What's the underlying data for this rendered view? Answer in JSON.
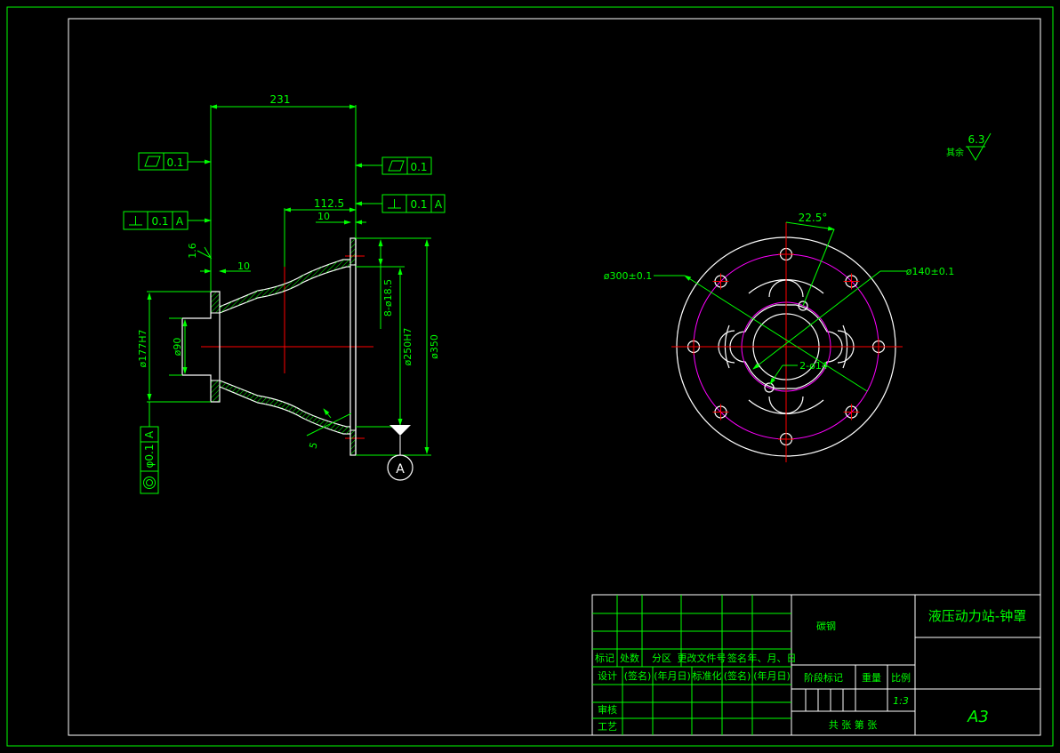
{
  "colors": {
    "background": "#000000",
    "frame": "#00ff00",
    "geometry": "#ffffff",
    "dimension": "#00ff00",
    "centerline": "#ff0000",
    "bolt_circle": "#ff00ff"
  },
  "side_view": {
    "dim_length": "231",
    "dim_112_5": "112.5",
    "dim_10_top": "10",
    "dim_10_left": "10",
    "dia_177": "ø177H7",
    "dia_90": "ø90",
    "dia_holes": "8-ø18.5",
    "dia_250": "ø250H7",
    "dia_350": "ø350",
    "wall_5": "5",
    "roughness_1_6": "1.6",
    "flatness_left_value": "0.1",
    "flatness_right_value": "0.1",
    "perp_left_value": "0.1",
    "perp_left_datum": "A",
    "perp_right_value": "0.1",
    "perp_right_datum": "A",
    "coax_value": "φ0.1",
    "coax_datum": "A",
    "datum_label": "A"
  },
  "front_view": {
    "angle": "22.5°",
    "dia_300": "ø300±0.1",
    "dia_140": "ø140±0.1",
    "dia_14": "2-ø14"
  },
  "roughness_note": {
    "prefix": "其余",
    "value": "6.3"
  },
  "title_block": {
    "material": "碳钢",
    "drawing_title": "液压动力站-钟罩",
    "row_labels": [
      "标记",
      "处数",
      "分区",
      "更改文件号",
      "签名",
      "年、月、日"
    ],
    "design": "设计",
    "design_sign": "(签名)",
    "design_date": "(年月日)",
    "standardize": "标准化",
    "std_sign": "(签名)",
    "std_date": "(年月日)",
    "stage_mark": "阶段标记",
    "weight": "重量",
    "scale": "比例",
    "scale_value": "1:3",
    "review": "审核",
    "process": "工艺",
    "sheets": "共   张   第   张",
    "paper_size": "A3"
  }
}
